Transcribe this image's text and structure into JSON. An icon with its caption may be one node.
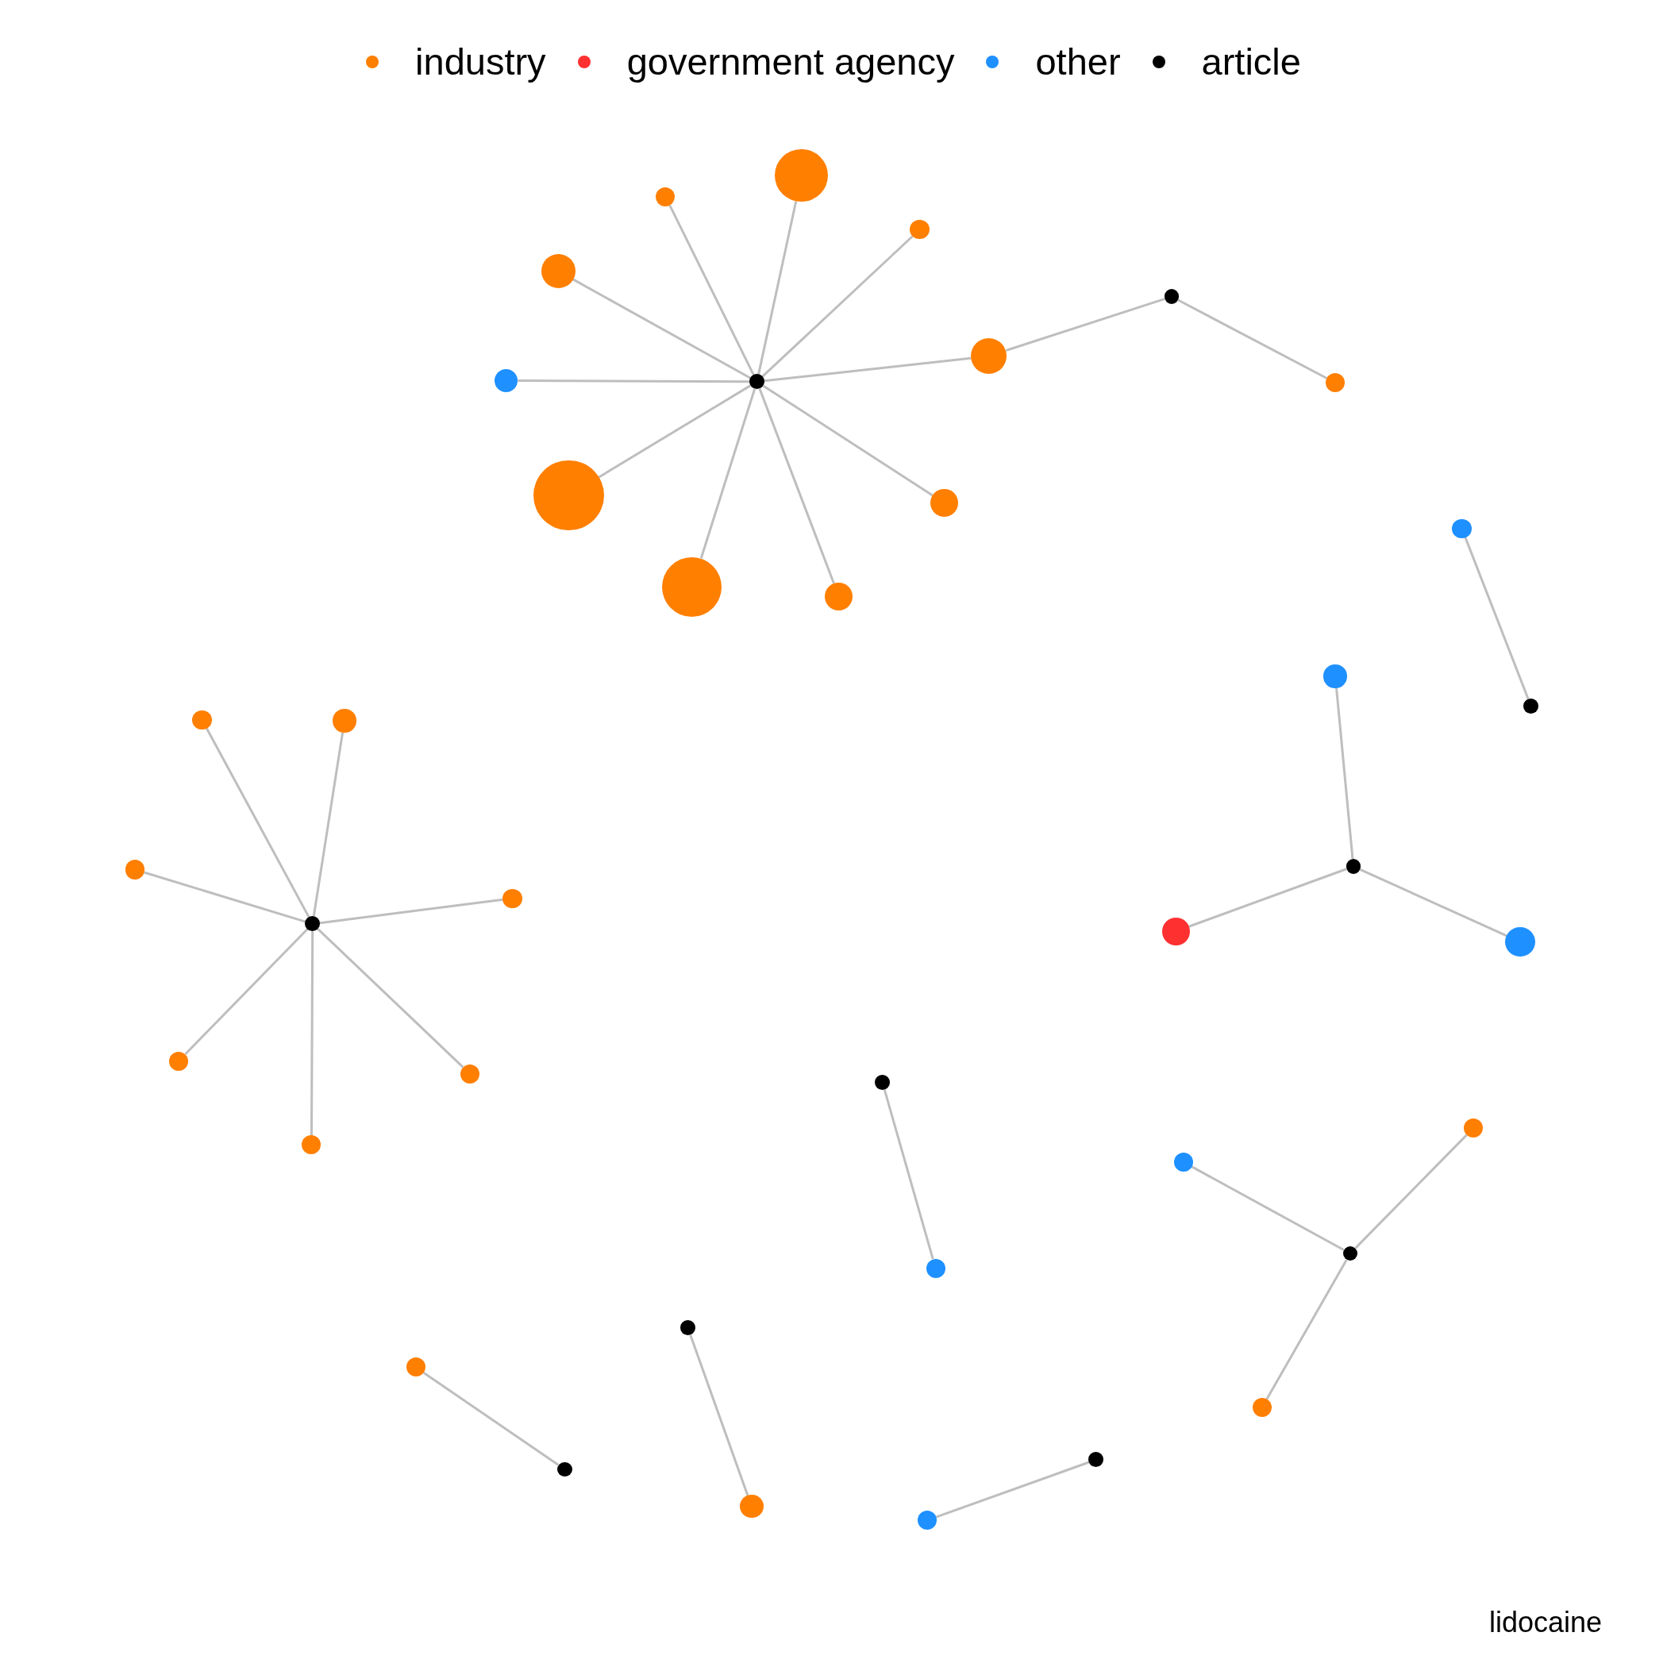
{
  "diagram": {
    "caption": "lidocaine",
    "nodes": [
      {
        "text": [],
        "shape": "circle"
      },
      {
        "text": [],
        "shape": "circle"
      },
      {
        "text": [],
        "shape": "circle"
      },
      {
        "text": [],
        "shape": "circle"
      },
      {
        "text": [],
        "shape": "circle"
      },
      {
        "text": [],
        "shape": "circle"
      },
      {
        "text": [],
        "shape": "circle"
      },
      {
        "text": [],
        "shape": "circle"
      },
      {
        "text": [],
        "shape": "circle"
      },
      {
        "text": [],
        "shape": "circle"
      },
      {
        "text": [],
        "shape": "circle"
      },
      {
        "text": [],
        "shape": "circle"
      },
      {
        "text": [],
        "shape": "circle"
      },
      {
        "text": [],
        "shape": "circle"
      },
      {
        "text": [],
        "shape": "circle"
      },
      {
        "text": [],
        "shape": "circle"
      },
      {
        "text": [],
        "shape": "circle"
      },
      {
        "text": [],
        "shape": "circle"
      },
      {
        "text": [],
        "shape": "circle"
      },
      {
        "text": [],
        "shape": "circle"
      },
      {
        "text": [],
        "shape": "circle"
      },
      {
        "text": [],
        "shape": "circle"
      },
      {
        "text": [],
        "shape": "circle"
      },
      {
        "text": [],
        "shape": "circle"
      },
      {
        "text": [],
        "shape": "circle"
      },
      {
        "text": [],
        "shape": "circle"
      },
      {
        "text": [],
        "shape": "circle"
      },
      {
        "text": [],
        "shape": "circle"
      },
      {
        "text": [],
        "shape": "circle"
      },
      {
        "text": [],
        "shape": "circle"
      },
      {
        "text": [],
        "shape": "circle"
      },
      {
        "text": [],
        "shape": "circle"
      },
      {
        "text": [],
        "shape": "circle"
      },
      {
        "text": [],
        "shape": "circle"
      },
      {
        "text": [],
        "shape": "circle"
      },
      {
        "text": [],
        "shape": "circle"
      },
      {
        "text": [],
        "shape": "circle"
      },
      {
        "text": [],
        "shape": "circle"
      },
      {
        "text": [],
        "shape": "circle"
      }
    ],
    "edges": [
      {
        "from": 7,
        "to": 0,
        "arrow": "none"
      },
      {
        "from": 7,
        "to": 1,
        "arrow": "none"
      },
      {
        "from": 7,
        "to": 2,
        "arrow": "none"
      },
      {
        "from": 7,
        "to": 3,
        "arrow": "none"
      },
      {
        "from": 7,
        "to": 6,
        "arrow": "none"
      },
      {
        "from": 7,
        "to": 5,
        "arrow": "none"
      },
      {
        "from": 7,
        "to": 9,
        "arrow": "none"
      },
      {
        "from": 7,
        "to": 12,
        "arrow": "none"
      },
      {
        "from": 7,
        "to": 13,
        "arrow": "none"
      },
      {
        "from": 7,
        "to": 10,
        "arrow": "none"
      },
      {
        "from": 4,
        "to": 5,
        "arrow": "none"
      },
      {
        "from": 4,
        "to": 8,
        "arrow": "none"
      },
      {
        "from": 15,
        "to": 11,
        "arrow": "none"
      },
      {
        "from": 18,
        "to": 14,
        "arrow": "none"
      },
      {
        "from": 18,
        "to": 22,
        "arrow": "none"
      },
      {
        "from": 18,
        "to": 23,
        "arrow": "none"
      },
      {
        "from": 21,
        "to": 16,
        "arrow": "none"
      },
      {
        "from": 21,
        "to": 17,
        "arrow": "none"
      },
      {
        "from": 21,
        "to": 19,
        "arrow": "none"
      },
      {
        "from": 21,
        "to": 20,
        "arrow": "none"
      },
      {
        "from": 21,
        "to": 24,
        "arrow": "none"
      },
      {
        "from": 21,
        "to": 25,
        "arrow": "none"
      },
      {
        "from": 21,
        "to": 28,
        "arrow": "none"
      },
      {
        "from": 26,
        "to": 31,
        "arrow": "none"
      },
      {
        "from": 30,
        "to": 29,
        "arrow": "none"
      },
      {
        "from": 30,
        "to": 27,
        "arrow": "none"
      },
      {
        "from": 30,
        "to": 34,
        "arrow": "none"
      },
      {
        "from": 32,
        "to": 37,
        "arrow": "none"
      },
      {
        "from": 36,
        "to": 33,
        "arrow": "none"
      },
      {
        "from": 35,
        "to": 38,
        "arrow": "none"
      }
    ],
    "legend": [
      {
        "text": "industry",
        "color": "#ff7f00"
      },
      {
        "text": "government agency",
        "color": "#ff3030"
      },
      {
        "text": "other",
        "color": "#1e90ff"
      },
      {
        "text": "article",
        "color": "#000000"
      }
    ]
  }
}
